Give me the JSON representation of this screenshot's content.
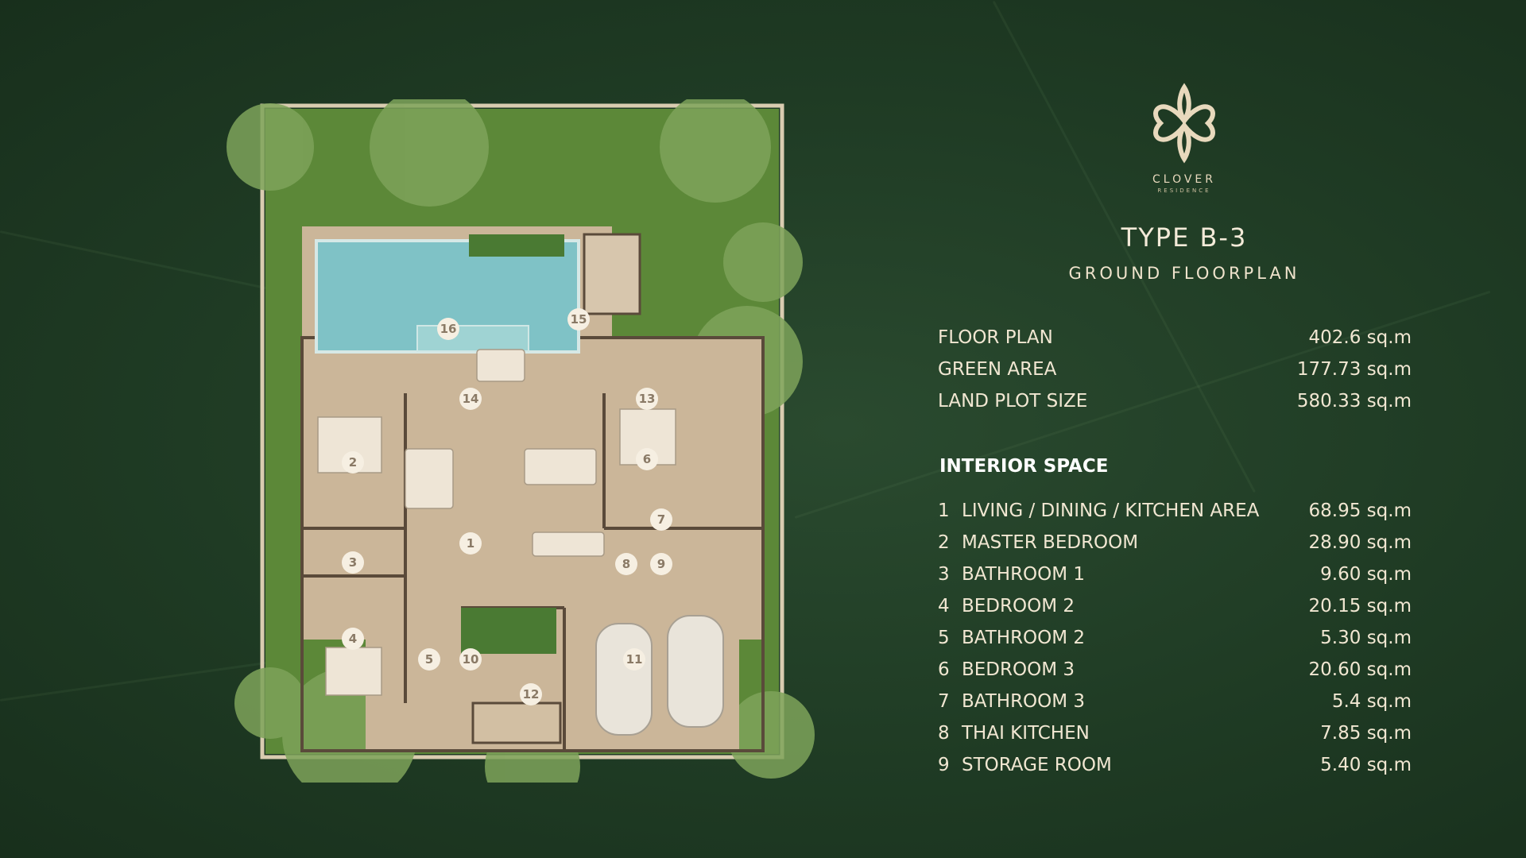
{
  "brand": {
    "name": "CLOVER",
    "tagline": "RESIDENCE"
  },
  "title": "TYPE B-3",
  "subtitle": "GROUND FLOORPLAN",
  "summary": [
    {
      "label": "FLOOR PLAN",
      "value": "402.6 sq.m"
    },
    {
      "label": "GREEN AREA",
      "value": "177.73 sq.m"
    },
    {
      "label": "LAND PLOT SIZE",
      "value": "580.33 sq.m"
    }
  ],
  "interior_heading": "INTERIOR SPACE",
  "rooms": [
    {
      "num": "1",
      "name": "LIVING / DINING / KITCHEN AREA",
      "area": "68.95 sq.m"
    },
    {
      "num": "2",
      "name": "MASTER BEDROOM",
      "area": "28.90 sq.m"
    },
    {
      "num": "3",
      "name": "BATHROOM 1",
      "area": "9.60 sq.m"
    },
    {
      "num": "4",
      "name": "BEDROOM 2",
      "area": "20.15 sq.m"
    },
    {
      "num": "5",
      "name": "BATHROOM 2",
      "area": "5.30 sq.m"
    },
    {
      "num": "6",
      "name": "BEDROOM 3",
      "area": "20.60 sq.m"
    },
    {
      "num": "7",
      "name": "BATHROOM 3",
      "area": "5.4 sq.m"
    },
    {
      "num": "8",
      "name": "THAI KITCHEN",
      "area": "7.85 sq.m"
    },
    {
      "num": "9",
      "name": "STORAGE ROOM",
      "area": "5.40 sq.m"
    }
  ],
  "plan_labels": [
    "1",
    "2",
    "3",
    "4",
    "5",
    "6",
    "7",
    "8",
    "9",
    "10",
    "11",
    "12",
    "13",
    "14",
    "15",
    "16"
  ],
  "colors": {
    "background": "#1f3b24",
    "lawn": "#5f8a3c",
    "floor": "#cdb79b",
    "pool": "#7fc2c6",
    "text_cream": "#f3ead8"
  }
}
